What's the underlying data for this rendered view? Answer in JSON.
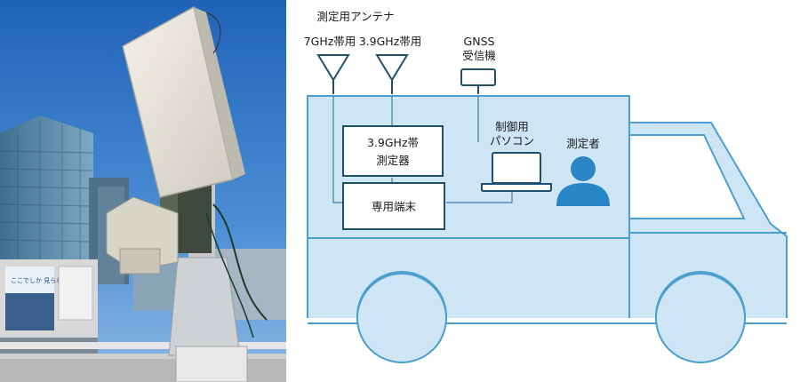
{
  "photo": {
    "alt": "measurement antenna photo",
    "sign_text": "ここでしか 見られない"
  },
  "diagram": {
    "antenna_group_label": "測定用アンテナ",
    "antenna_7ghz_label": "7GHz帯用",
    "antenna_39ghz_label": "3.9GHz帯用",
    "gnss_label_line1": "GNSS",
    "gnss_label_line2": "受信機",
    "meter_label_line1": "3.9GHz帯",
    "meter_label_line2": "測定器",
    "terminal_label": "専用端末",
    "pc_label_line1": "制御用",
    "pc_label_line2": "パソコン",
    "operator_label": "測定者",
    "colors": {
      "van_fill": "#cde5f5",
      "van_stroke": "#4b9fce",
      "dark_line": "#1f4f6e",
      "box_stroke": "#1f4f6e",
      "person": "#2a86c7"
    }
  }
}
